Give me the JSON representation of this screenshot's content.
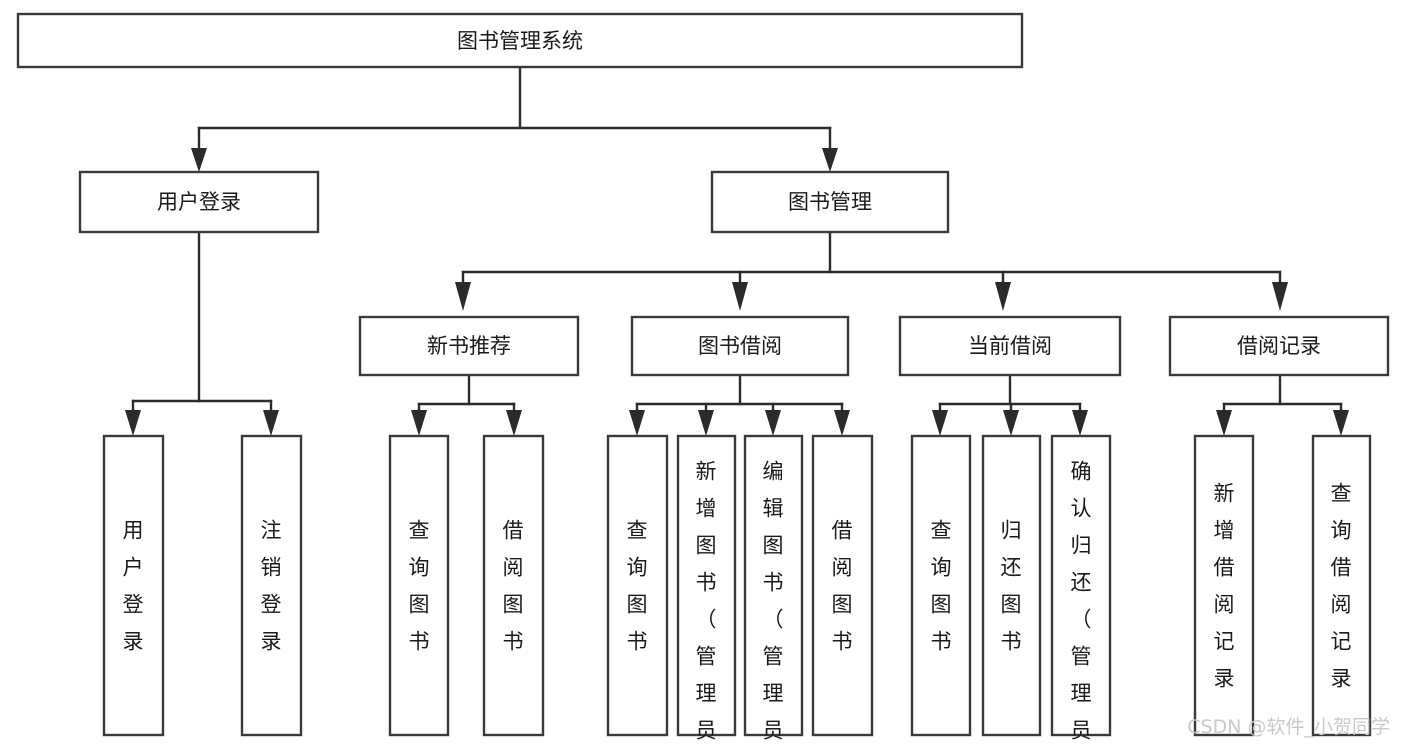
{
  "diagram": {
    "type": "tree-hierarchy-chart",
    "title": "图书管理系统",
    "orientation": "top-down",
    "edge_style": "orthogonal-arrow",
    "colors": {
      "box_fill": "#ffffff",
      "box_stroke": "#3a3a3a",
      "edge_stroke": "#2b2b2b",
      "text": "#1a1a1a",
      "watermark": "#c9c9c9",
      "background": "#ffffff"
    },
    "root": {
      "id": "root",
      "label": "图书管理系统",
      "text_orientation": "horizontal"
    },
    "level1": [
      {
        "id": "user-login",
        "label": "用户登录",
        "text_orientation": "horizontal"
      },
      {
        "id": "book-admin",
        "label": "图书管理",
        "text_orientation": "horizontal"
      }
    ],
    "level2": [
      {
        "id": "new-book-recommend",
        "label": "新书推荐",
        "parent": "book-admin",
        "text_orientation": "horizontal"
      },
      {
        "id": "book-borrow",
        "label": "图书借阅",
        "parent": "book-admin",
        "text_orientation": "horizontal"
      },
      {
        "id": "current-borrow",
        "label": "当前借阅",
        "parent": "book-admin",
        "text_orientation": "horizontal"
      },
      {
        "id": "borrow-record",
        "label": "借阅记录",
        "parent": "book-admin",
        "text_orientation": "horizontal"
      }
    ],
    "leaves": [
      {
        "id": "leaf-user-login",
        "label": "用户登录",
        "parent": "user-login",
        "text_orientation": "vertical",
        "align": "middle"
      },
      {
        "id": "leaf-user-logout",
        "label": "注销登录",
        "parent": "user-login",
        "text_orientation": "vertical",
        "align": "middle"
      },
      {
        "id": "leaf-query-book-1",
        "label": "查询图书",
        "parent": "new-book-recommend",
        "text_orientation": "vertical",
        "align": "middle"
      },
      {
        "id": "leaf-borrow-book-1",
        "label": "借阅图书",
        "parent": "new-book-recommend",
        "text_orientation": "vertical",
        "align": "middle"
      },
      {
        "id": "leaf-query-book-2",
        "label": "查询图书",
        "parent": "book-borrow",
        "text_orientation": "vertical",
        "align": "middle"
      },
      {
        "id": "leaf-add-book",
        "label": "新增图书（管理员）",
        "parent": "book-borrow",
        "text_orientation": "vertical",
        "align": "start"
      },
      {
        "id": "leaf-edit-book",
        "label": "编辑图书（管理员）",
        "parent": "book-borrow",
        "text_orientation": "vertical",
        "align": "start"
      },
      {
        "id": "leaf-borrow-book-2",
        "label": "借阅图书",
        "parent": "book-borrow",
        "text_orientation": "vertical",
        "align": "middle"
      },
      {
        "id": "leaf-query-book-3",
        "label": "查询图书",
        "parent": "current-borrow",
        "text_orientation": "vertical",
        "align": "middle"
      },
      {
        "id": "leaf-return-book",
        "label": "归还图书",
        "parent": "current-borrow",
        "text_orientation": "vertical",
        "align": "middle"
      },
      {
        "id": "leaf-confirm-return",
        "label": "确认归还（管理员）",
        "parent": "current-borrow",
        "text_orientation": "vertical",
        "align": "start"
      },
      {
        "id": "leaf-add-record",
        "label": "新增借阅记录",
        "parent": "borrow-record",
        "text_orientation": "vertical",
        "align": "middle"
      },
      {
        "id": "leaf-query-record",
        "label": "查询借阅记录",
        "parent": "borrow-record",
        "text_orientation": "vertical",
        "align": "middle"
      }
    ]
  },
  "watermark": {
    "text": "CSDN @软件_小贺同学"
  }
}
